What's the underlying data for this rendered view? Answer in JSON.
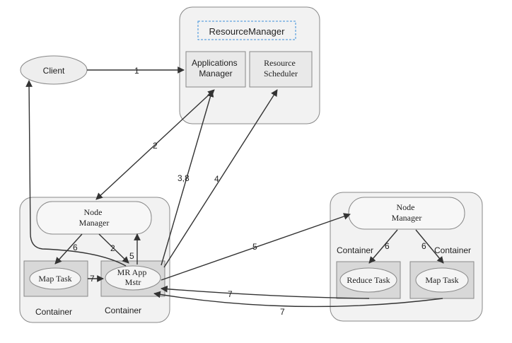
{
  "resource_manager": {
    "title": "ResourceManager",
    "applications_manager": [
      "Applications",
      "Manager"
    ],
    "resource_scheduler": [
      "Resource",
      "Scheduler"
    ]
  },
  "client": {
    "label": "Client"
  },
  "left_node": {
    "node_manager": [
      "Node",
      "Manager"
    ],
    "map_task": "Map Task",
    "mr_app_master": [
      "MR App",
      "Mstr"
    ],
    "container_left": "Container",
    "container_right": "Container"
  },
  "right_node": {
    "node_manager": [
      "Node",
      "Manager"
    ],
    "reduce_task": "Reduce Task",
    "map_task": "Map Task",
    "container_left": "Container",
    "container_right": "Container"
  },
  "arrow_labels": {
    "a1": "1",
    "a2_rm": "2",
    "a38": "3,8",
    "a4": "4",
    "a5_right": "5",
    "a6_left": "6",
    "a2_left": "2",
    "a5_left": "5",
    "a7_left": "7",
    "a6_reduce": "6",
    "a6_map": "6",
    "a7_top": "7",
    "a7_bottom": "7"
  }
}
